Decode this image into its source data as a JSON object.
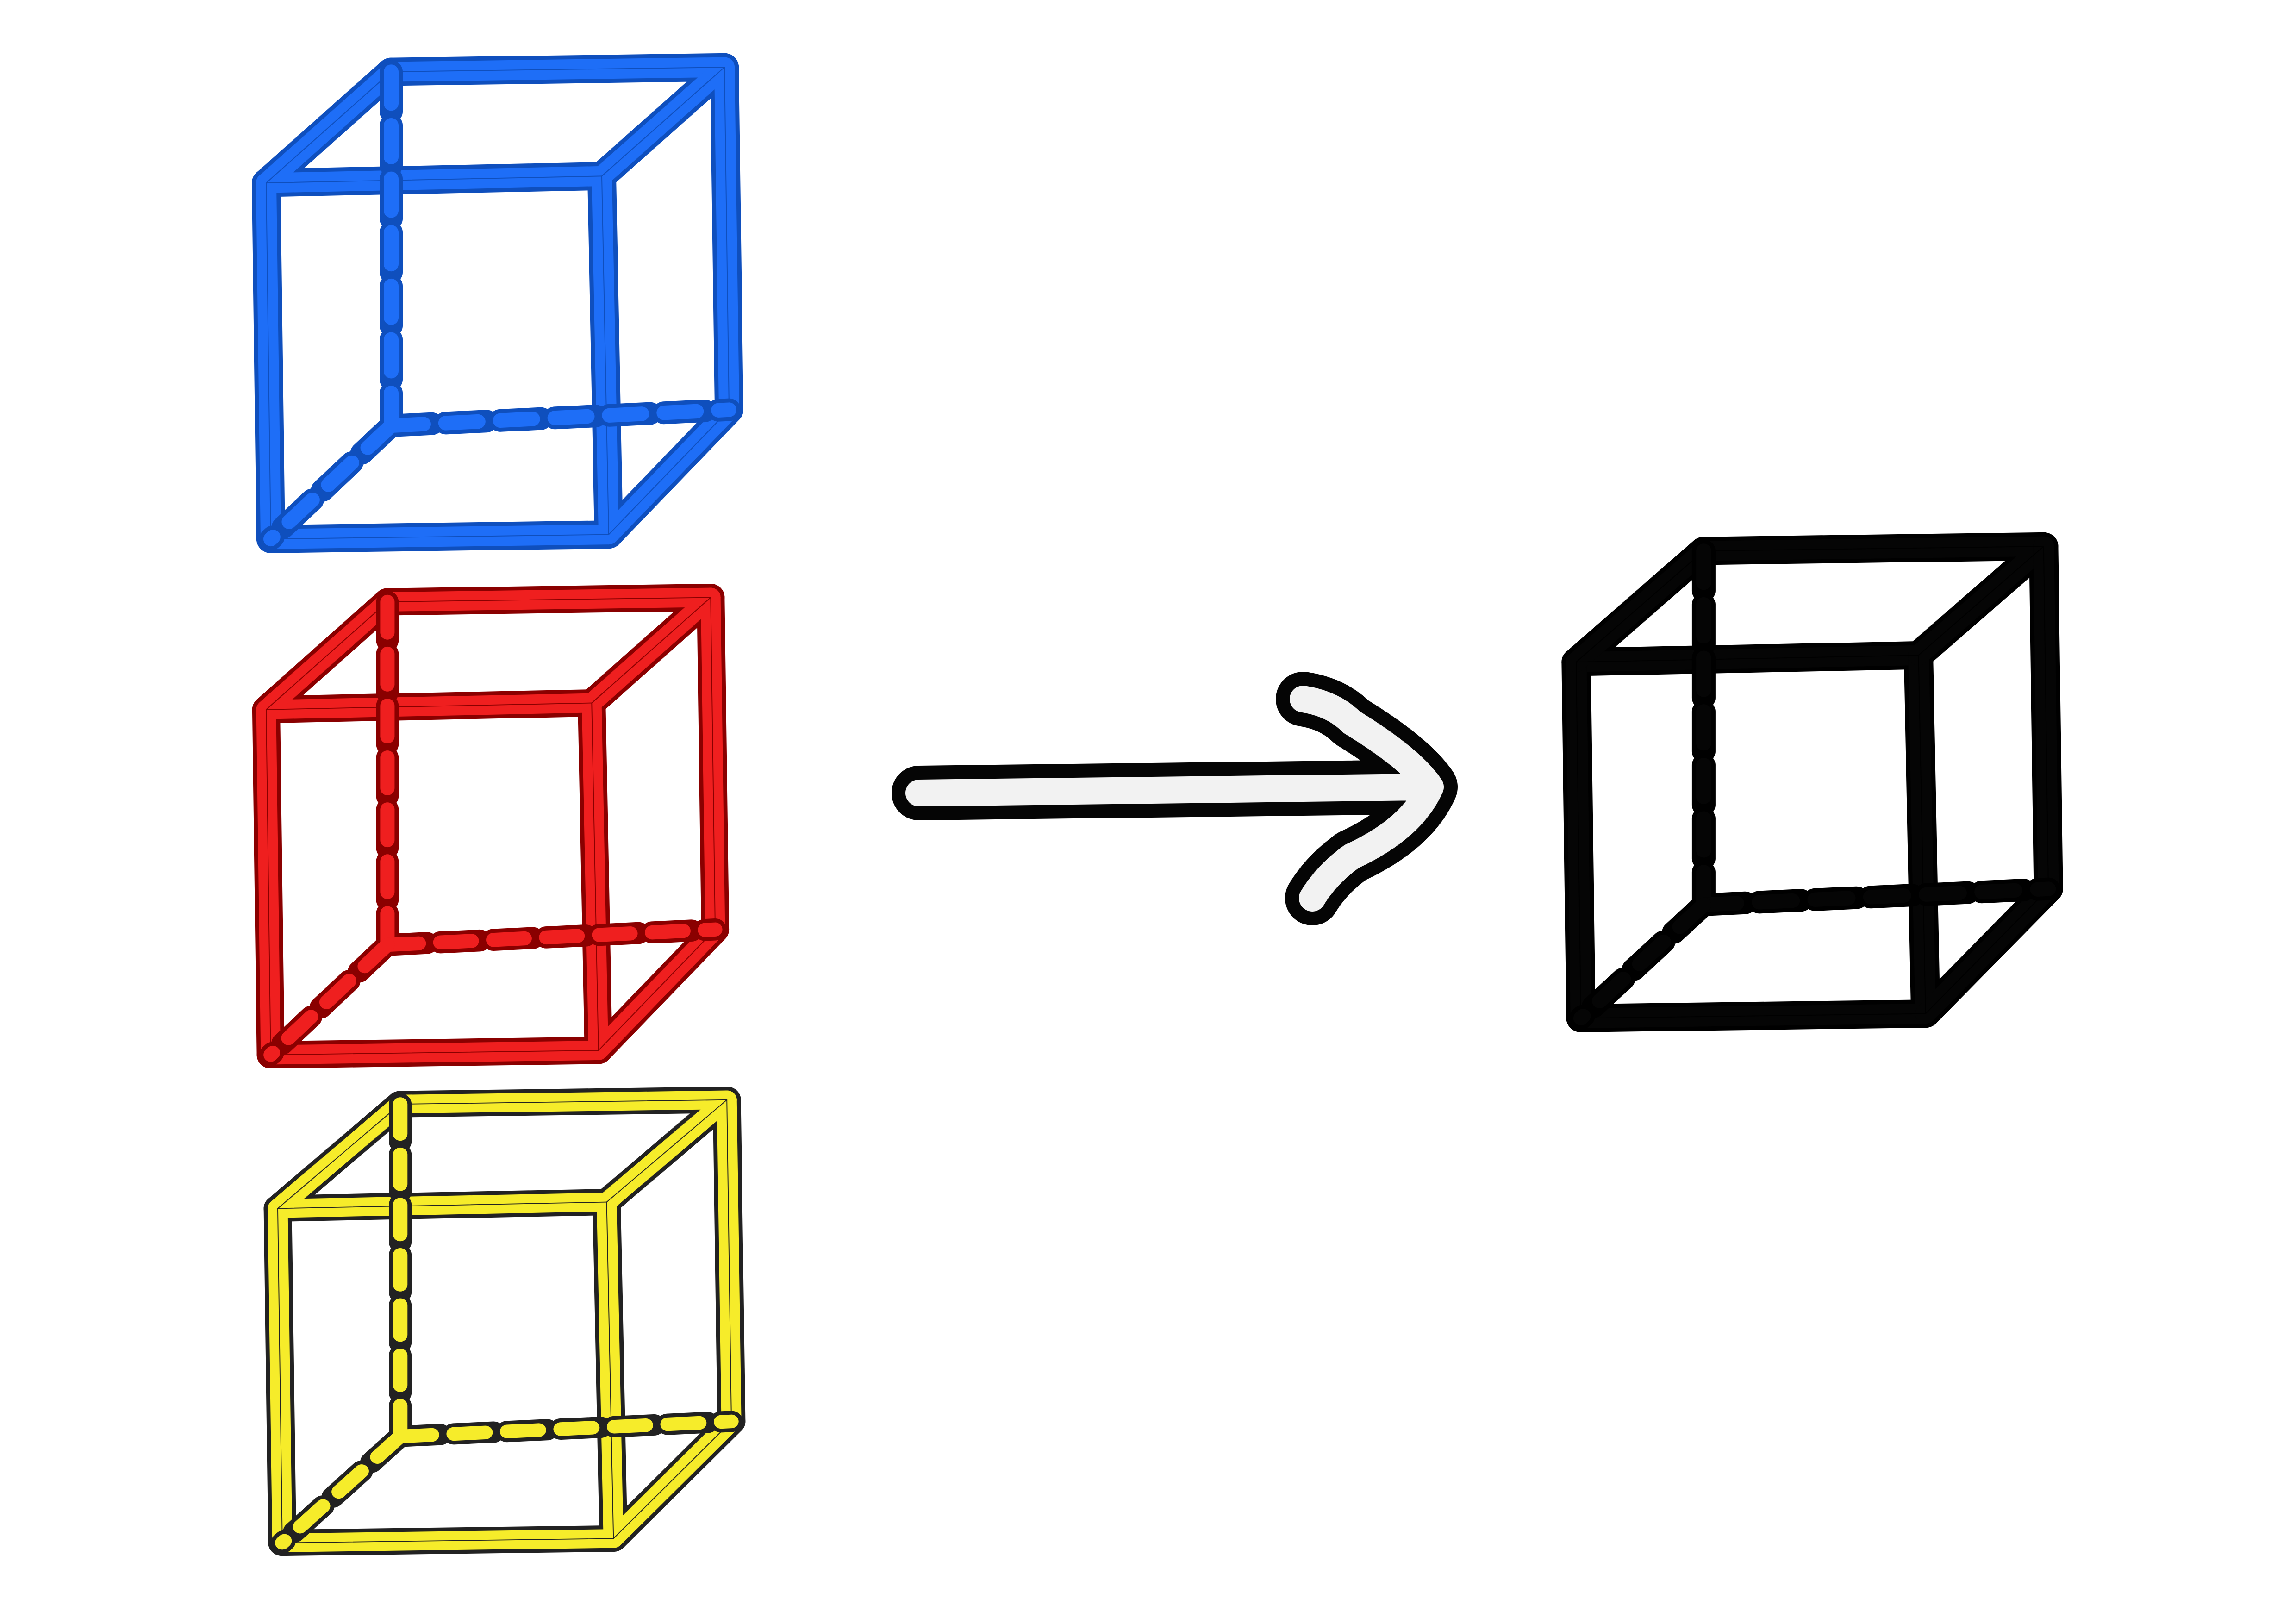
{
  "colors": {
    "background": "#ffffff",
    "outline": "#111111",
    "blue": "#1e6ef7",
    "red": "#ef1f1f",
    "yellow": "#f6ec2a",
    "black": "#050505",
    "arrow_glow": "#ffffff"
  },
  "inputs": [
    {
      "id": "blue-cube",
      "color": "blue"
    },
    {
      "id": "red-cube",
      "color": "red"
    },
    {
      "id": "yellow-cube",
      "color": "yellow"
    }
  ],
  "output": {
    "id": "black-cube",
    "color": "black"
  }
}
